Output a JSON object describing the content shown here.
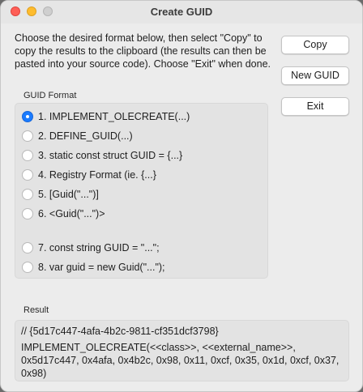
{
  "window": {
    "title": "Create GUID"
  },
  "instructions": "Choose the desired format below, then select \"Copy\" to copy the results to the clipboard (the results can then be pasted into your source code). Choose \"Exit\" when done.",
  "buttons": {
    "copy": "Copy",
    "new_guid": "New GUID",
    "exit": "Exit"
  },
  "guid_format": {
    "label": "GUID Format",
    "selected_index": 0,
    "options": [
      "1. IMPLEMENT_OLECREATE(...)",
      "2. DEFINE_GUID(...)",
      "3. static const struct GUID = {...}",
      "4. Registry Format (ie. {...}",
      "5. [Guid(\"...\")]",
      "6. <Guid(\"...\")>",
      "7. const string GUID = \"...\";",
      "8. var guid = new Guid(\"...\");"
    ]
  },
  "result": {
    "label": "Result",
    "line1": "// {5d17c447-4afa-4b2c-9811-cf351dcf3798}",
    "line2": "IMPLEMENT_OLECREATE(<<class>>, <<external_name>>, 0x5d17c447, 0x4afa, 0x4b2c, 0x98, 0x11, 0xcf, 0x35, 0x1d, 0xcf, 0x37, 0x98)"
  },
  "colors": {
    "accent": "#1a7bff",
    "close": "#fe5f57",
    "minimize": "#febc2e"
  }
}
